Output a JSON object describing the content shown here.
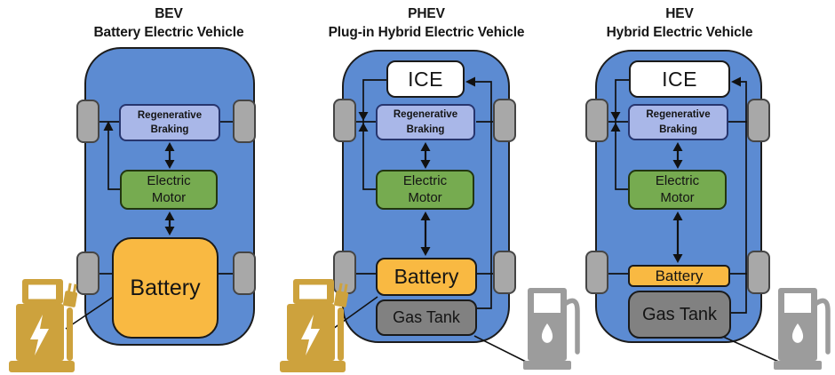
{
  "panels": [
    {
      "abbr": "BEV",
      "name": "Battery Electric Vehicle",
      "boxes": {
        "regen": "Regenerative Braking",
        "motor": "Electric Motor",
        "battery": "Battery"
      },
      "energy_sources": [
        "ev-charger"
      ]
    },
    {
      "abbr": "PHEV",
      "name": "Plug-in Hybrid Electric Vehicle",
      "boxes": {
        "ice": "ICE",
        "regen": "Regenerative Braking",
        "motor": "Electric Motor",
        "battery": "Battery",
        "gas_tank": "Gas Tank"
      },
      "energy_sources": [
        "ev-charger",
        "gas-pump"
      ]
    },
    {
      "abbr": "HEV",
      "name": "Hybrid Electric Vehicle",
      "boxes": {
        "ice": "ICE",
        "regen": "Regenerative Braking",
        "motor": "Electric Motor",
        "battery": "Battery",
        "gas_tank": "Gas Tank"
      },
      "energy_sources": [
        "gas-pump"
      ]
    }
  ],
  "colors": {
    "car_body": "#5c8bd2",
    "car_border": "#1c1c1c",
    "wheel_fill": "#a8a8a8",
    "wheel_border": "#454545",
    "regen_fill": "#a9b7e8",
    "regen_border": "#27356e",
    "motor_fill": "#76ab50",
    "motor_border": "#22360f",
    "battery_fill": "#f9b942",
    "gas_fill": "#818181",
    "ice_fill": "#ffffff",
    "box_border": "#1a1a1a",
    "line": "#111111",
    "charger_gold": "#cda23d",
    "pump_gray": "#9c9c9c"
  }
}
